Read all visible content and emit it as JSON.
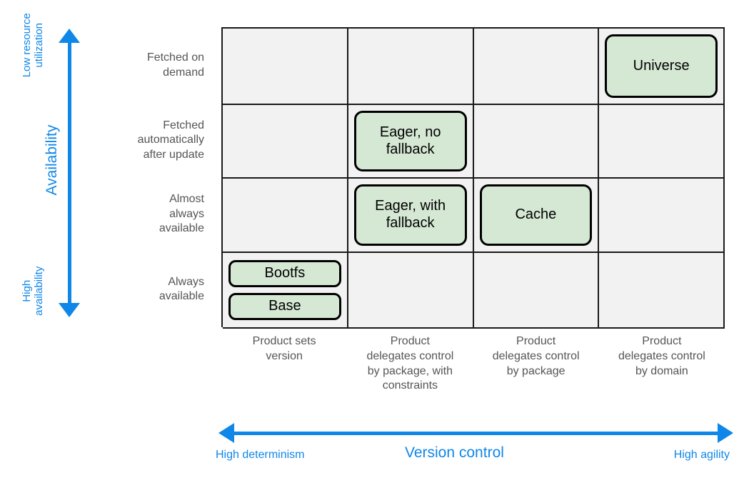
{
  "colors": {
    "accent_blue": "#0f87e8",
    "node_fill": "#d5e8d4",
    "node_border": "#000000",
    "cell_fill": "#f2f2f2",
    "grid_line": "#1a1a1a",
    "label_text": "#555555"
  },
  "y_axis": {
    "top_label": "Low resource\nutilization",
    "mid_label": "Availability",
    "bottom_label": "High\navailability"
  },
  "x_axis": {
    "left_label": "High determinism",
    "mid_label": "Version control",
    "right_label": "High agility"
  },
  "rows": [
    {
      "label": "Fetched on\ndemand"
    },
    {
      "label": "Fetched\nautomatically\nafter update"
    },
    {
      "label": "Almost\nalways\navailable"
    },
    {
      "label": "Always\navailable"
    }
  ],
  "columns": [
    {
      "label": "Product sets\nversion"
    },
    {
      "label": "Product\ndelegates control\nby package, with\nconstraints"
    },
    {
      "label": "Product\ndelegates control\nby package"
    },
    {
      "label": "Product\ndelegates control\nby domain"
    }
  ],
  "nodes": {
    "universe": "Universe",
    "eager_no_fallback": "Eager, no\nfallback",
    "eager_with_fallback": "Eager, with\nfallback",
    "cache": "Cache",
    "bootfs": "Bootfs",
    "base": "Base"
  },
  "chart_data": {
    "type": "table",
    "title": "Availability vs. Version control matrix",
    "xlabel": "Version control",
    "ylabel": "Availability",
    "x_categories": [
      "Product sets version",
      "Product delegates control by package, with constraints",
      "Product delegates control by package",
      "Product delegates control by domain"
    ],
    "y_categories": [
      "Fetched on demand",
      "Fetched automatically after update",
      "Almost always available",
      "Always available"
    ],
    "cells": [
      {
        "row": 0,
        "col": 3,
        "labels": [
          "Universe"
        ]
      },
      {
        "row": 1,
        "col": 1,
        "labels": [
          "Eager, no fallback"
        ]
      },
      {
        "row": 2,
        "col": 1,
        "labels": [
          "Eager, with fallback"
        ]
      },
      {
        "row": 2,
        "col": 2,
        "labels": [
          "Cache"
        ]
      },
      {
        "row": 3,
        "col": 0,
        "labels": [
          "Bootfs",
          "Base"
        ]
      }
    ]
  }
}
